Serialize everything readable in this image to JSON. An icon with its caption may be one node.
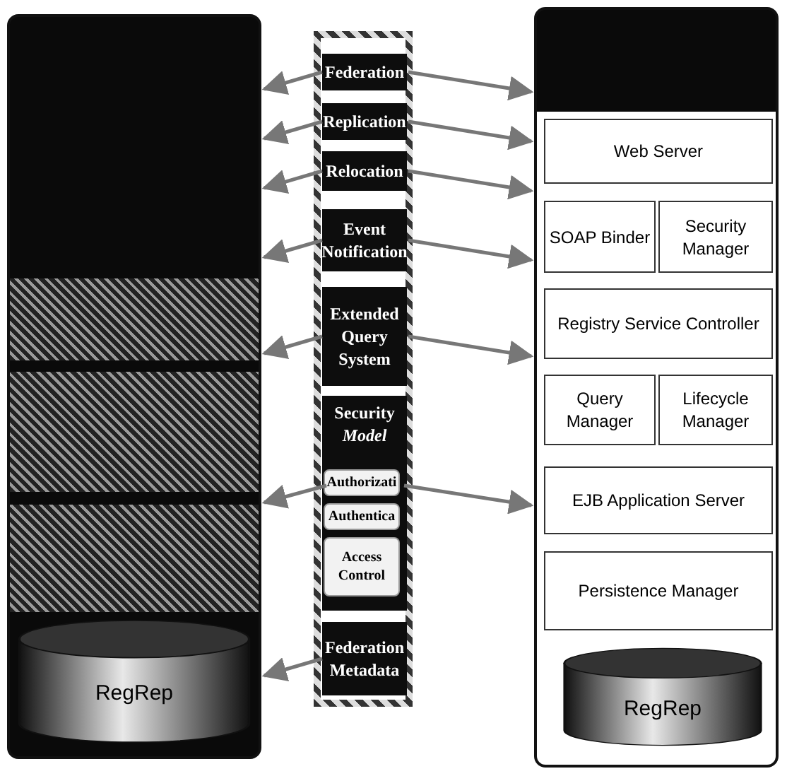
{
  "diagram": {
    "nodes": [
      {
        "text": [],
        "shape": "box"
      },
      {
        "text": [
          "RegRep"
        ],
        "in": 0
      },
      {
        "text": [
          "Federation"
        ]
      },
      {
        "text": [
          "Replication"
        ]
      },
      {
        "text": [
          "Relocation"
        ]
      },
      {
        "text": [
          "Event Notification"
        ]
      },
      {
        "text": [
          "Extended Query System"
        ]
      },
      {
        "text": [
          "Security *Model*"
        ]
      },
      {
        "text": [
          "Authorizati"
        ],
        "in": 7
      },
      {
        "text": [
          "Authentica"
        ],
        "in": 7
      },
      {
        "text": [
          "Access Control"
        ],
        "in": 7
      },
      {
        "text": [
          "Federation Metadata"
        ]
      },
      {
        "text": [],
        "shape": "box"
      },
      {
        "text": [
          "Web Server"
        ],
        "in": 12
      },
      {
        "text": [
          "SOAP Binder"
        ],
        "in": 12
      },
      {
        "text": [
          "Security Manager"
        ],
        "in": 12
      },
      {
        "text": [
          "Registry Service Controller"
        ],
        "in": 12
      },
      {
        "text": [
          "Query Manager"
        ],
        "in": 12
      },
      {
        "text": [
          "Lifecycle Manager"
        ],
        "in": 12
      },
      {
        "text": [
          "EJB Application Server"
        ],
        "in": 12
      },
      {
        "text": [
          "Persistence Manager"
        ],
        "in": 12
      },
      {
        "text": [
          "RegRep"
        ],
        "in": 12
      },
      {
        "text": [],
        "shape": "bar",
        "in": 0
      },
      {
        "text": [],
        "shape": "bar",
        "in": 0
      },
      {
        "text": [],
        "shape": "bar",
        "in": 0
      }
    ],
    "edges": [
      {
        "from": 2,
        "to": 0,
        "arrow": "to"
      },
      {
        "from": 3,
        "to": 0,
        "arrow": "to"
      },
      {
        "from": 4,
        "to": 0,
        "arrow": "to"
      },
      {
        "from": 5,
        "to": 0,
        "arrow": "to"
      },
      {
        "from": 6,
        "to": 0,
        "arrow": "to"
      },
      {
        "from": 8,
        "to": 0,
        "arrow": "to"
      },
      {
        "from": 11,
        "to": 0,
        "arrow": "to"
      },
      {
        "from": 2,
        "to": 12,
        "arrow": "to"
      },
      {
        "from": 3,
        "to": 12,
        "arrow": "to"
      },
      {
        "from": 4,
        "to": 12,
        "arrow": "to"
      },
      {
        "from": 5,
        "to": 12,
        "arrow": "to"
      },
      {
        "from": 6,
        "to": 12,
        "arrow": "to"
      },
      {
        "from": 8,
        "to": 12,
        "arrow": "to"
      }
    ]
  }
}
